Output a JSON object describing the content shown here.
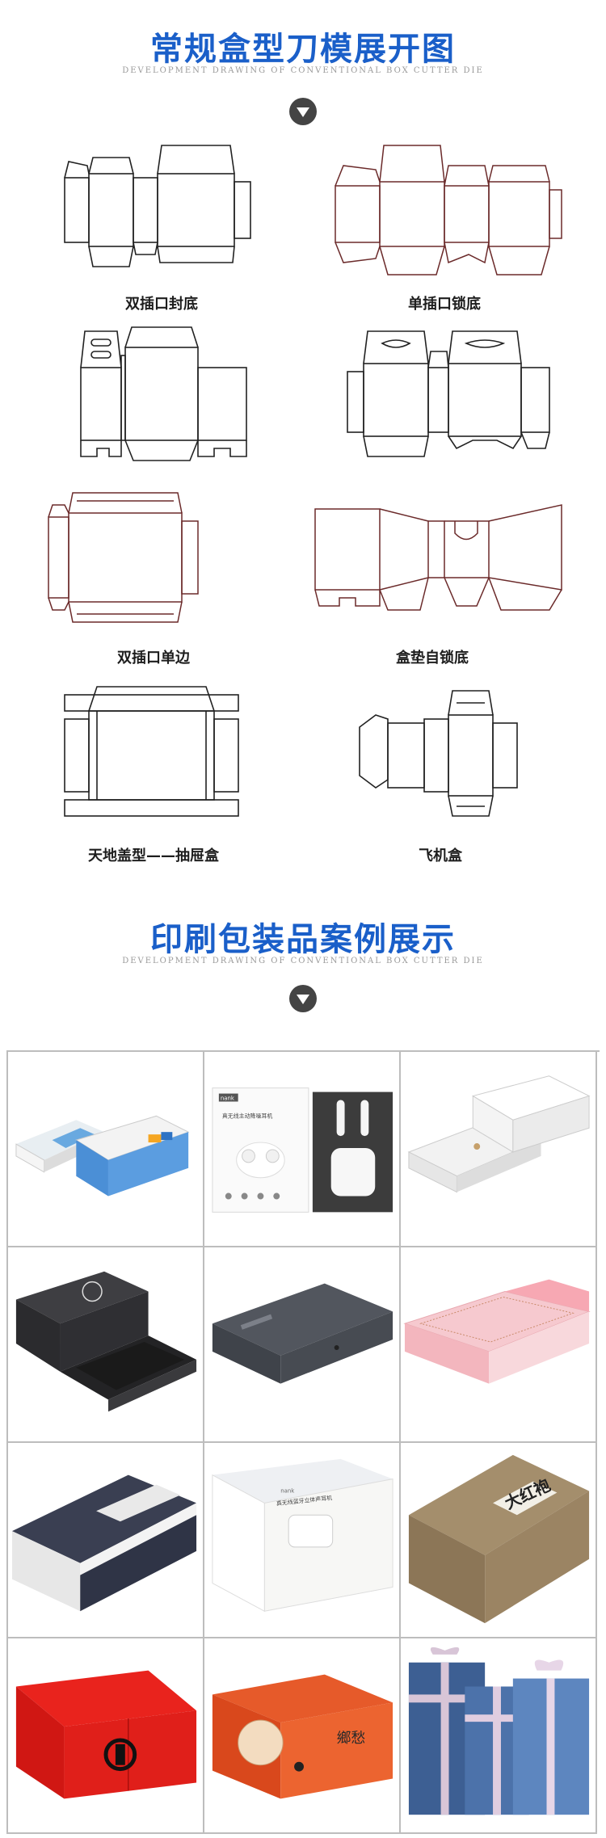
{
  "section1": {
    "title": "常规盒型刀模展开图",
    "subtitle": "DEVELOPMENT DRAWING OF CONVENTIONAL BOX CUTTER DIE"
  },
  "diagrams": [
    {
      "label": "双插口封底"
    },
    {
      "label": "单插口锁底"
    },
    {
      "label": ""
    },
    {
      "label": ""
    },
    {
      "label": "双插口单边"
    },
    {
      "label": "盒垫自锁底"
    },
    {
      "label": "天地盖型——抽屉盒"
    },
    {
      "label": "飞机盒"
    }
  ],
  "section2": {
    "title": "印刷包装品案例展示",
    "subtitle": "DEVELOPMENT DRAWING OF CONVENTIONAL BOX CUTTER DIE"
  },
  "products": {
    "earphone_brand": "nank",
    "earphone_line1": "真无线主动降噪耳机",
    "earphone_brand2": "nank",
    "earphone_line2": "真无线蓝牙立体声耳机",
    "tea_label": "大红袍",
    "gift_label": "鄉愁"
  },
  "colors": {
    "title_blue": "#1a5fc9",
    "icon_gray": "#444444"
  }
}
